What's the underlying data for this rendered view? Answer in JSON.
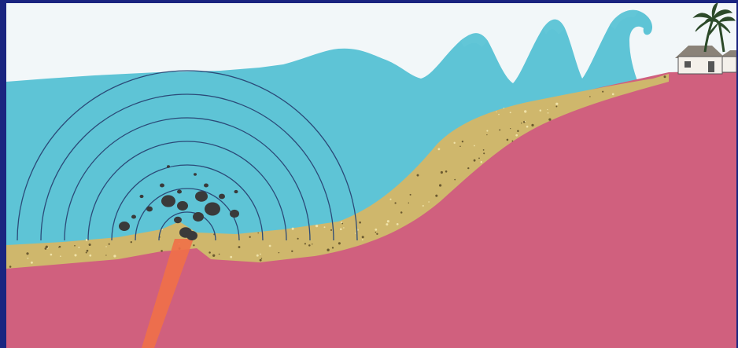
{
  "diagram": {
    "colors": {
      "frame": "#1a2580",
      "sky": "#f2f7f9",
      "ocean": "#5ec4d6",
      "wave_crests": "#63c7d7",
      "seafloor_rock": "#d0607e",
      "sediment": "#cfb76c",
      "sediment_speck_dark": "#6b5a30",
      "sediment_speck_light": "#efe2a8",
      "ripple_lines": "#2b4a78",
      "debris": "#3a3a3a",
      "fault_beam": "#f07048",
      "house_wall": "#f4f0ea",
      "house_roof": "#8a8278",
      "palm": "#2d4a2a"
    },
    "elements": [
      "sky",
      "ocean",
      "tsunami-wave-crests",
      "seafloor-rock",
      "sediment-layer",
      "seismic-ripple-rings",
      "eruption-debris",
      "fault-rupture",
      "coastal-house",
      "palm-trees"
    ],
    "ripple_ring_count": 7
  }
}
